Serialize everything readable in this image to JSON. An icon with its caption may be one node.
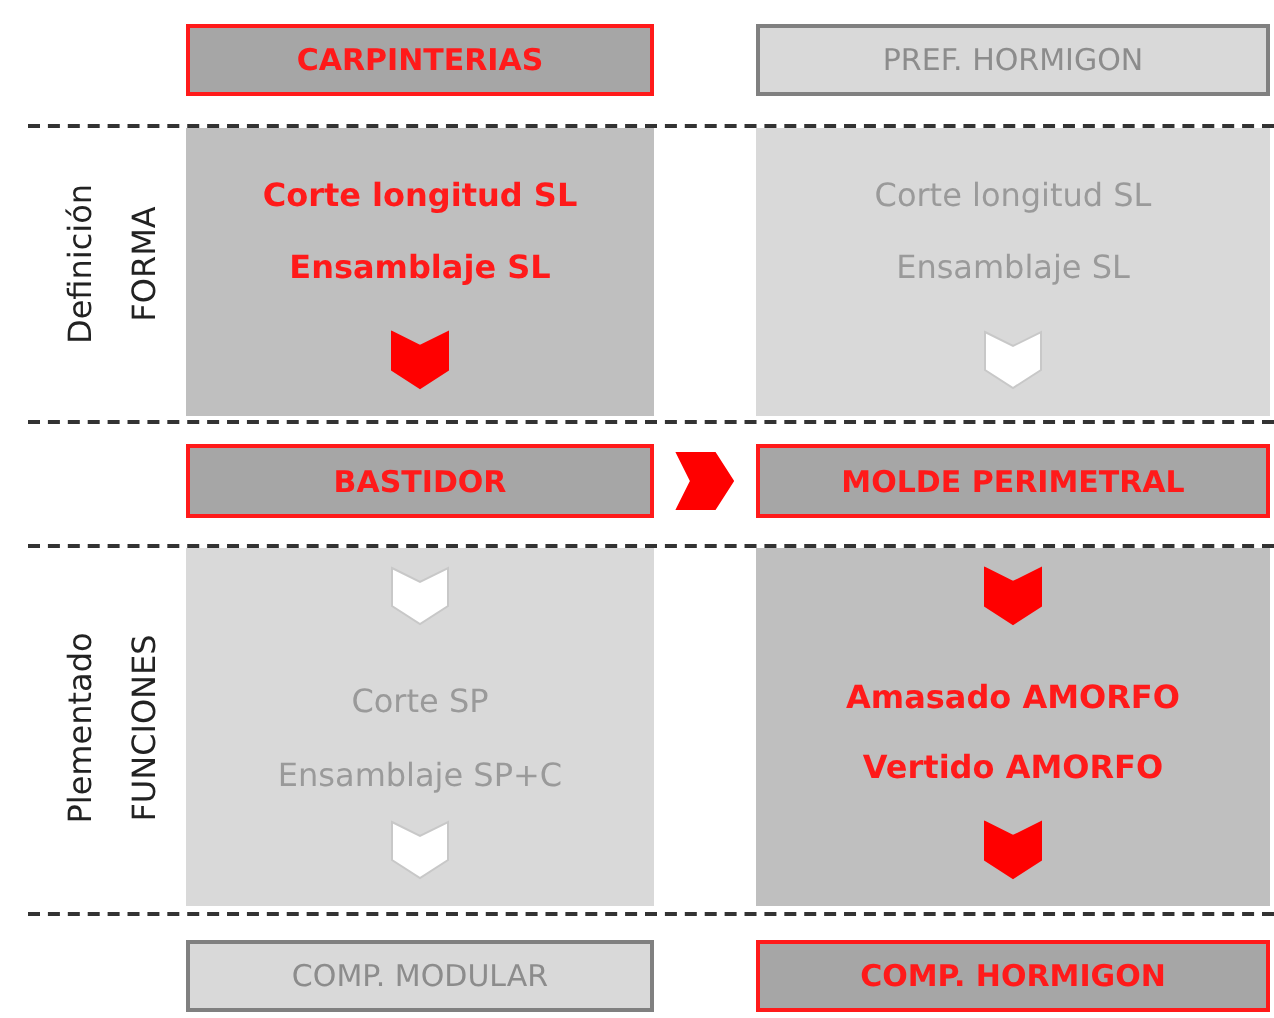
{
  "diagram": {
    "nodes": [
      {
        "text": [
          "CARPINTERIAS"
        ]
      },
      {
        "text": [
          "PREF. HORMIGON"
        ]
      },
      {
        "text": [
          "Corte longitud SL",
          "Ensamblaje SL"
        ]
      },
      {
        "text": [
          "Corte longitud SL",
          "Ensamblaje SL"
        ]
      },
      {
        "text": [
          "BASTIDOR"
        ]
      },
      {
        "text": [
          "MOLDE PERIMETRAL"
        ]
      },
      {
        "text": [
          "Corte SP",
          "Ensamblaje SP+C"
        ]
      },
      {
        "text": [
          "Amasado AMORFO",
          "Vertido AMORFO"
        ]
      },
      {
        "text": [
          "COMP. MODULAR"
        ]
      },
      {
        "text": [
          "COMP. HORMIGON"
        ]
      }
    ],
    "edges": [
      {
        "from": 2,
        "to": 4,
        "arrow": "to"
      },
      {
        "from": 3,
        "to": 5,
        "arrow": "to",
        "color": "#ffffff"
      },
      {
        "from": 4,
        "to": 5,
        "arrow": "to"
      },
      {
        "from": 4,
        "to": 6,
        "arrow": "to",
        "color": "#ffffff"
      },
      {
        "from": 5,
        "to": 7,
        "arrow": "to"
      },
      {
        "from": 6,
        "to": 8,
        "arrow": "to",
        "color": "#ffffff"
      },
      {
        "from": 7,
        "to": 9,
        "arrow": "to"
      }
    ],
    "labels": [
      "Definición",
      "FORMA",
      "Plementado",
      "FUNCIONES"
    ]
  }
}
